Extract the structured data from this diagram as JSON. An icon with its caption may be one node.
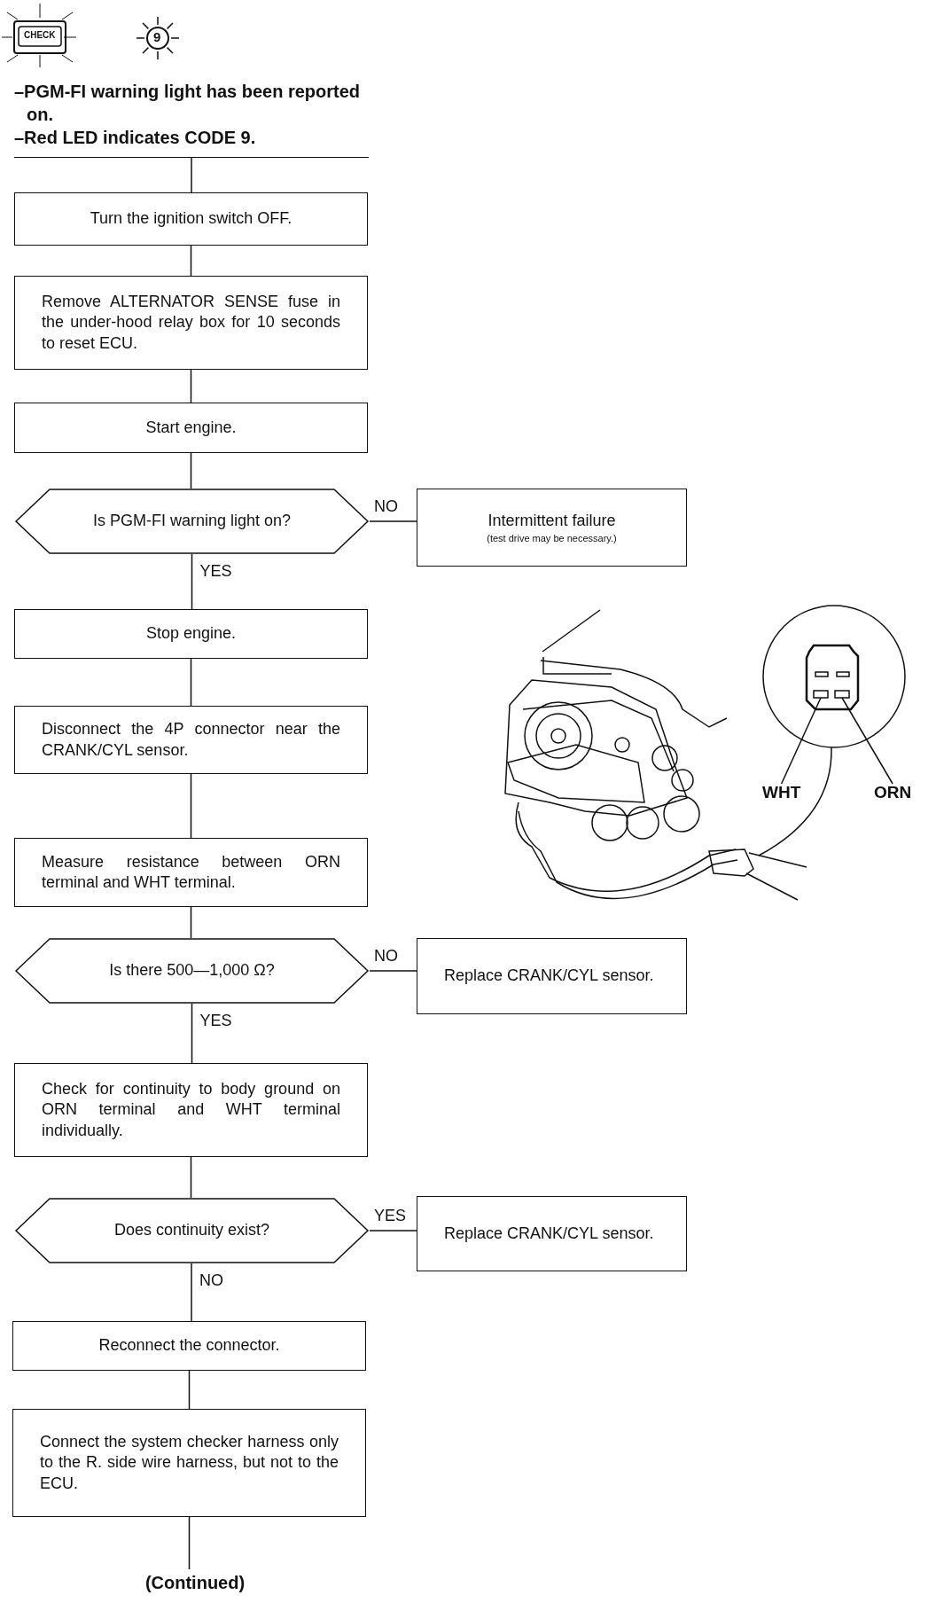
{
  "diagram": {
    "nodes": [
      {
        "text": [
          "–PGM-FI warning light has been reported on.",
          "–Red LED indicates CODE 9."
        ]
      },
      {
        "text": [
          "Turn the ignition switch OFF."
        ]
      },
      {
        "text": [
          "Remove ALTERNATOR SENSE fuse in the under-hood relay box for 10 seconds to reset ECU."
        ]
      },
      {
        "text": [
          "Start engine."
        ]
      },
      {
        "text": [
          "Is PGM-FI warning light on?"
        ]
      },
      {
        "text": [
          "Intermittent failure",
          "(test drive may be necessary.)"
        ]
      },
      {
        "text": [
          "Stop engine."
        ]
      },
      {
        "text": [
          "Disconnect the 4P connector near the CRANK/CYL sensor."
        ]
      },
      {
        "text": [
          "Measure resistance between ORN terminal and WHT terminal."
        ]
      },
      {
        "text": [
          "Is there 500—1,000 Ω?"
        ]
      },
      {
        "text": [
          "Replace CRANK/CYL sensor."
        ]
      },
      {
        "text": [
          "Check for continuity to body ground on ORN terminal and WHT terminal individually."
        ]
      },
      {
        "text": [
          "Does continuity exist?"
        ]
      },
      {
        "text": [
          "Replace CRANK/CYL sensor."
        ]
      },
      {
        "text": [
          "Reconnect the connector."
        ]
      },
      {
        "text": [
          "Connect the system checker harness only to the R. side wire harness, but not to the ECU."
        ]
      },
      {
        "text": [
          "(Continued)"
        ]
      },
      {
        "text": [
          "WHT"
        ]
      },
      {
        "text": [
          "ORN"
        ]
      },
      {
        "text": [],
        "shape": "box"
      },
      {
        "text": [],
        "shape": "box"
      }
    ],
    "edges": [
      {
        "from": 0,
        "to": 1,
        "arrow": "none"
      },
      {
        "from": 1,
        "to": 2,
        "arrow": "none"
      },
      {
        "from": 2,
        "to": 3,
        "arrow": "none"
      },
      {
        "from": 3,
        "to": 4,
        "arrow": "none"
      },
      {
        "from": 4,
        "to": 5,
        "arrow": "none",
        "label": "NO"
      },
      {
        "from": 4,
        "to": 6,
        "arrow": "none",
        "label": "YES"
      },
      {
        "from": 6,
        "to": 7,
        "arrow": "none"
      },
      {
        "from": 7,
        "to": 8,
        "arrow": "none"
      },
      {
        "from": 8,
        "to": 9,
        "arrow": "none"
      },
      {
        "from": 9,
        "to": 10,
        "arrow": "none",
        "label": "NO"
      },
      {
        "from": 9,
        "to": 11,
        "arrow": "none",
        "label": "YES"
      },
      {
        "from": 11,
        "to": 12,
        "arrow": "none"
      },
      {
        "from": 12,
        "to": 13,
        "arrow": "none",
        "label": "YES"
      },
      {
        "from": 12,
        "to": 14,
        "arrow": "none",
        "label": "NO"
      },
      {
        "from": 14,
        "to": 15,
        "arrow": "none"
      },
      {
        "from": 15,
        "to": 16,
        "arrow": "none"
      },
      {
        "from": 17,
        "to": 19,
        "arrow": "none"
      },
      {
        "from": 18,
        "to": 20,
        "arrow": "none"
      }
    ],
    "labels": [
      "CHECK",
      "9"
    ]
  }
}
